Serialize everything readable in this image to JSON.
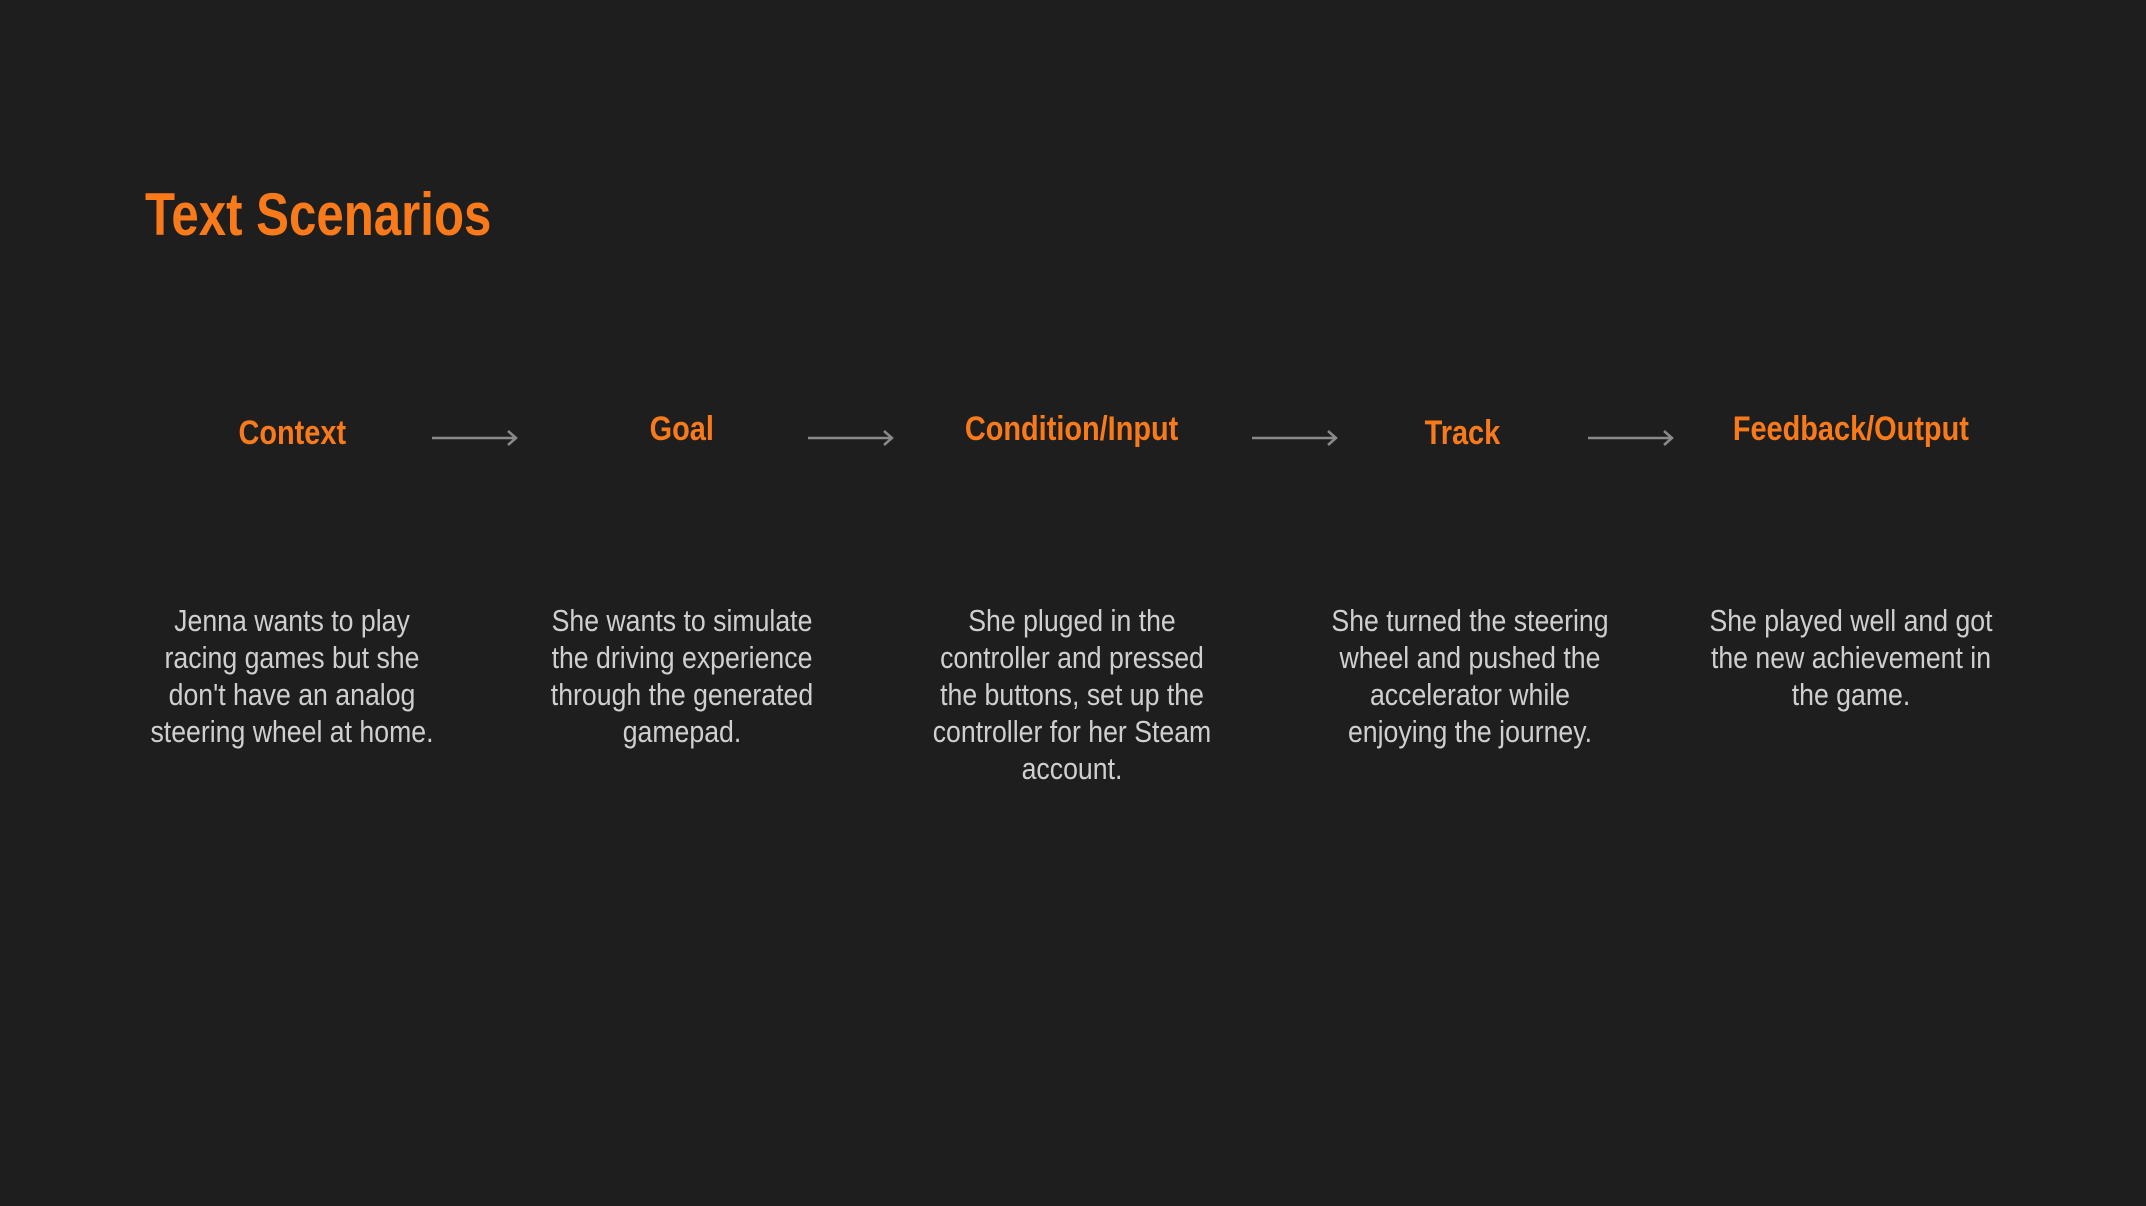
{
  "title": "Text Scenarios",
  "accent_color": "#f97a1a",
  "steps": [
    {
      "heading": "Context",
      "text": "Jenna wants to play racing games but she don't have an analog steering wheel at home."
    },
    {
      "heading": "Goal",
      "text": "She wants to simulate the driving experience through the generated gamepad."
    },
    {
      "heading": "Condition/Input",
      "text": "She pluged in the controller and pressed the buttons, set up the controller for her Steam account."
    },
    {
      "heading": "Track",
      "text": "She turned the steering wheel and pushed the accelerator while enjoying the journey."
    },
    {
      "heading": "Feedback/Output",
      "text": "She played well and got the new achievement in the game."
    }
  ]
}
